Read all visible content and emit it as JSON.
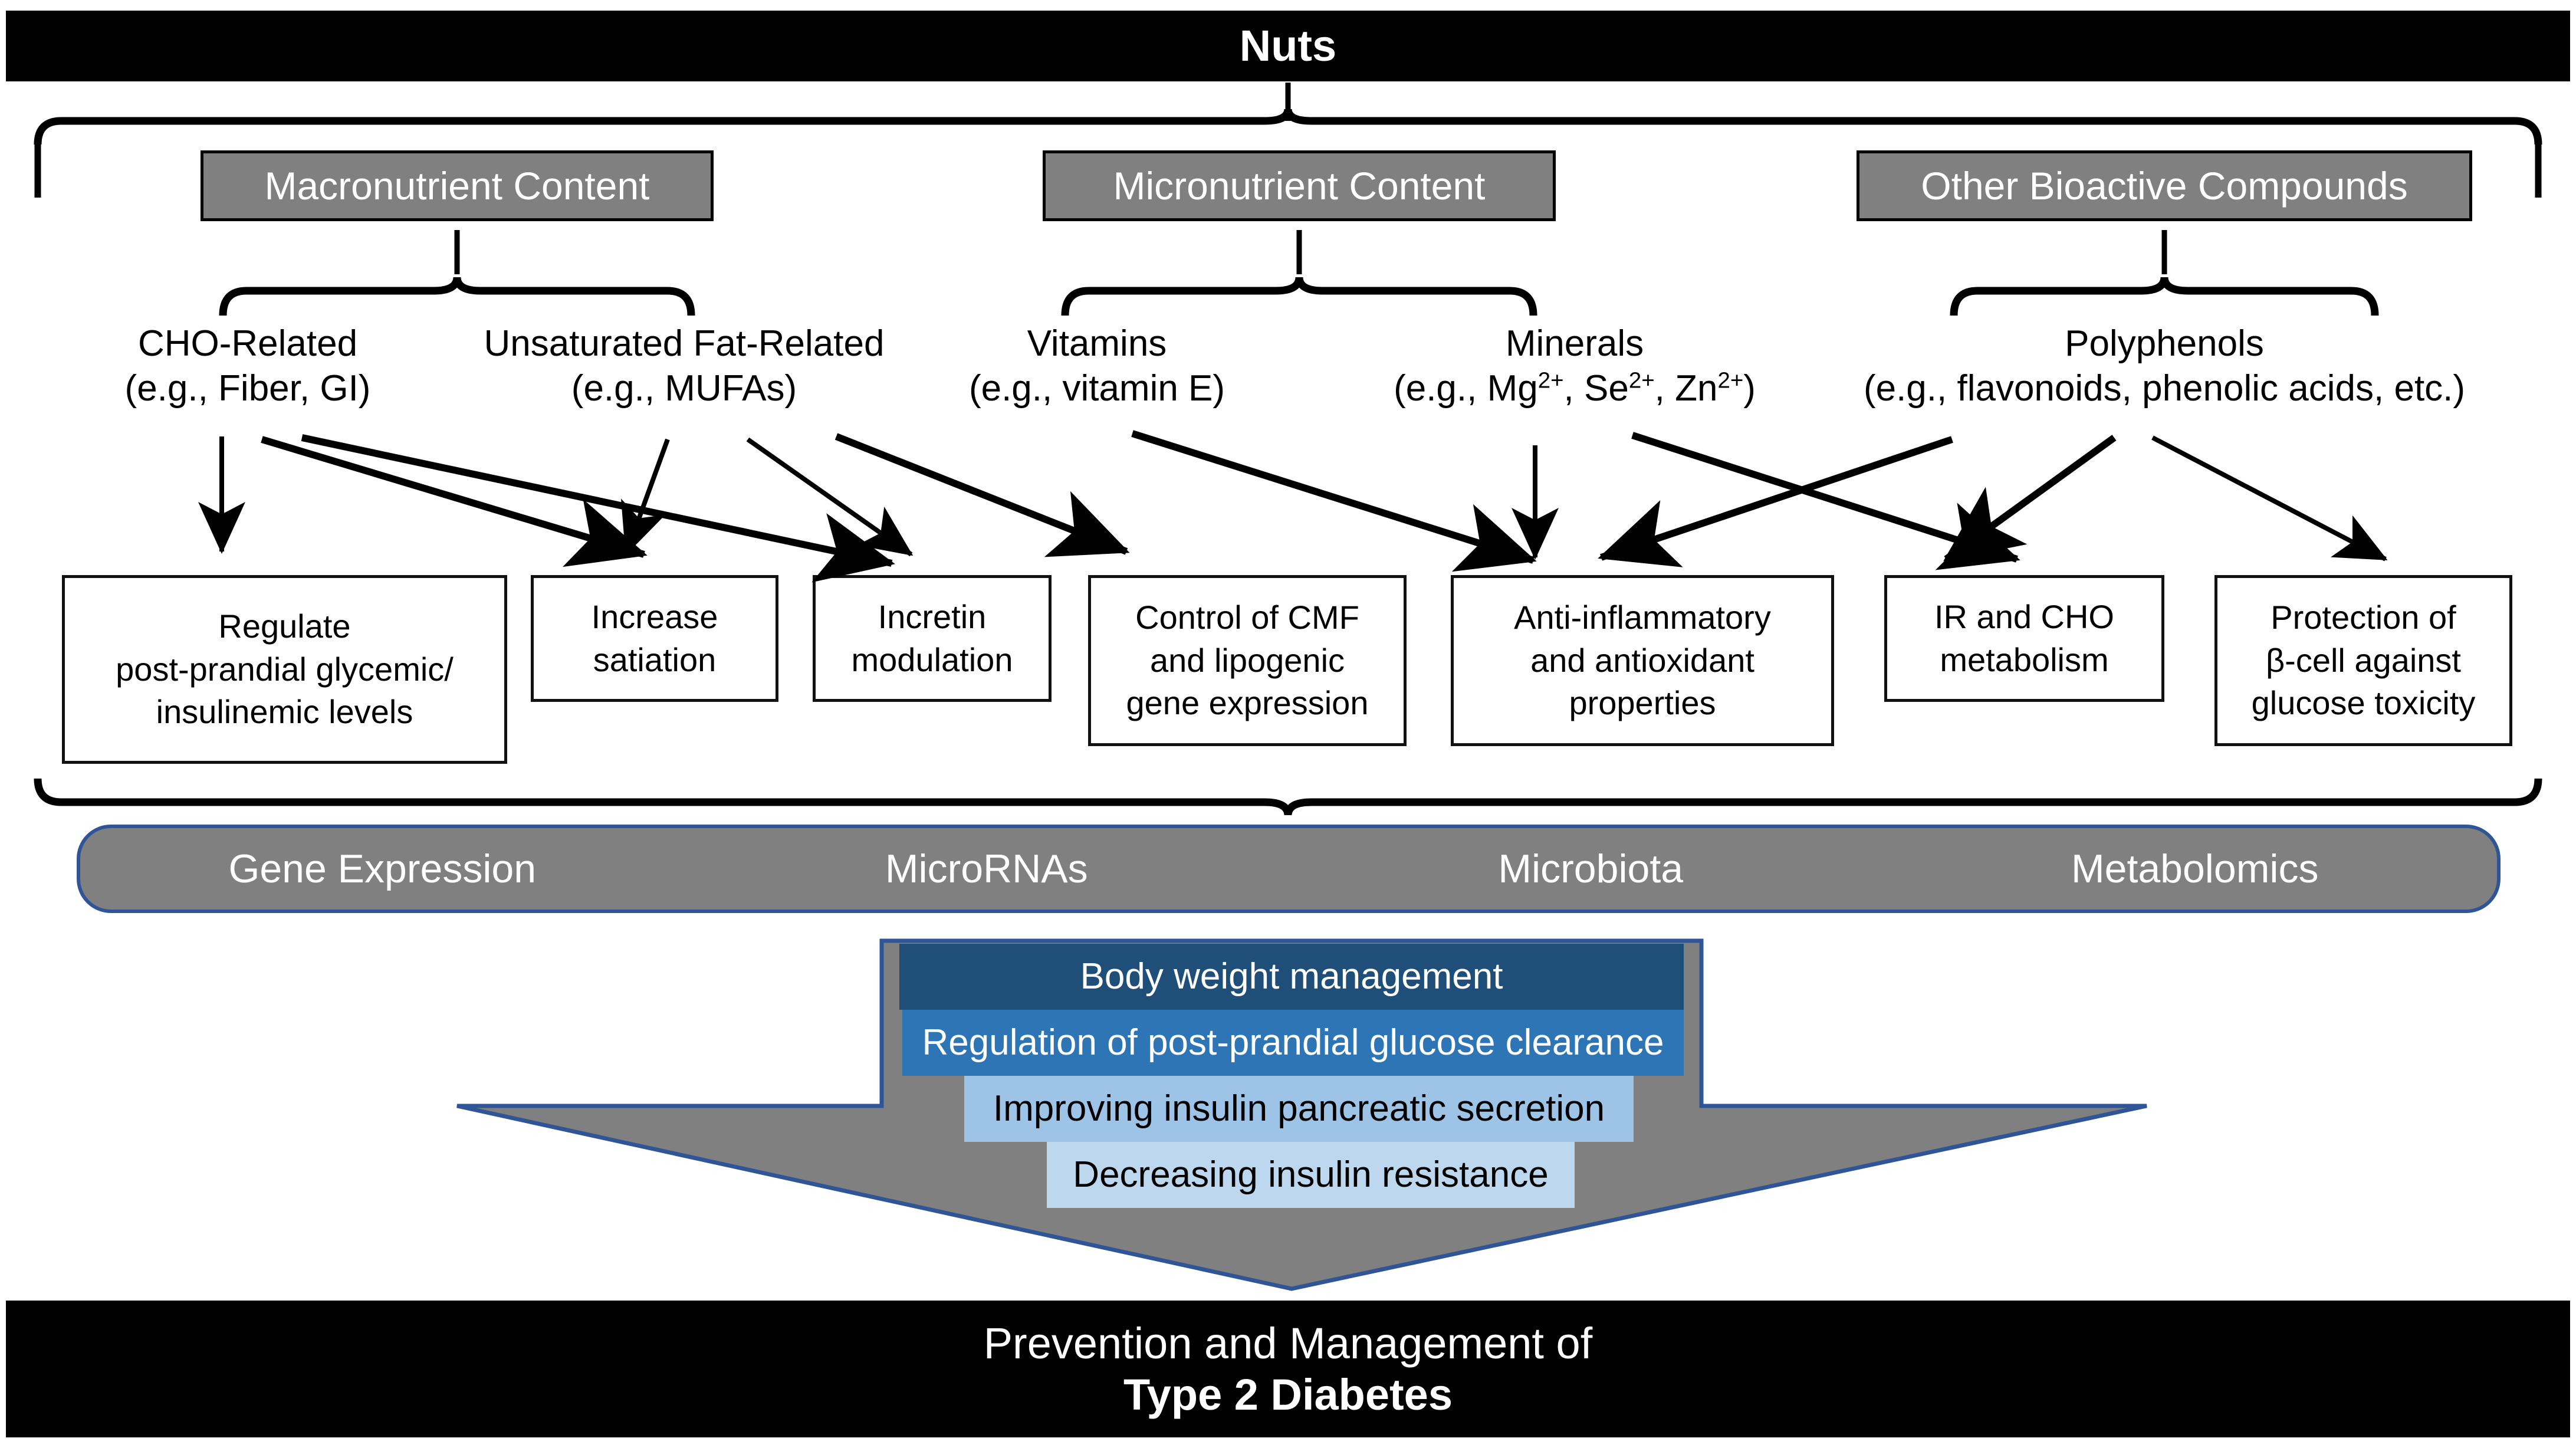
{
  "title_banner": {
    "label": "Nuts"
  },
  "categories": [
    {
      "id": "macronutrient",
      "label": "Macronutrient Content"
    },
    {
      "id": "micronutrient",
      "label": "Micronutrient Content"
    },
    {
      "id": "bioactive",
      "label": "Other Bioactive Compounds"
    }
  ],
  "subcategories": [
    {
      "id": "cho",
      "line1": "CHO-Related",
      "line2": "(e.g., Fiber, GI)"
    },
    {
      "id": "unsat-fat",
      "line1": "Unsaturated Fat-Related",
      "line2": "(e.g., MUFAs)"
    },
    {
      "id": "vitamins",
      "line1": "Vitamins",
      "line2": "(e.g., vitamin E)"
    },
    {
      "id": "minerals",
      "line1": "Minerals",
      "line2": "(e.g., Mg2+, Se2+, Zn2+)",
      "line2_html": "(e.g., Mg<sup>2+</sup>, Se<sup>2+</sup>, Zn<sup>2+</sup>)"
    },
    {
      "id": "polyphenols",
      "line1": "Polyphenols",
      "line2": "(e.g., flavonoids, phenolic acids, etc.)"
    }
  ],
  "mechanism_boxes": [
    {
      "id": "glycemic",
      "text": "Regulate\npost-prandial glycemic/\ninsulinemic levels"
    },
    {
      "id": "satiation",
      "text": "Increase\nsatiation"
    },
    {
      "id": "incretin",
      "text": "Incretin\nmodulation"
    },
    {
      "id": "cmf-lipogenic",
      "text": "Control of CMF\nand lipogenic\ngene expression"
    },
    {
      "id": "anti-inflam",
      "text": "Anti-inflammatory\nand antioxidant\nproperties"
    },
    {
      "id": "ir-cho",
      "text": "IR and CHO\nmetabolism"
    },
    {
      "id": "beta-cell",
      "text": "Protection of\nβ-cell against\nglucose toxicity"
    }
  ],
  "omics": [
    {
      "id": "gene-expression",
      "label": "Gene Expression"
    },
    {
      "id": "micrornas",
      "label": "MicroRNAs"
    },
    {
      "id": "microbiota",
      "label": "Microbiota"
    },
    {
      "id": "metabolomics",
      "label": "Metabolomics"
    }
  ],
  "funnel": [
    {
      "id": "body-weight",
      "label": "Body weight management",
      "bg": "#1F4E79",
      "fg": "#FFFFFF"
    },
    {
      "id": "glucose-clearance",
      "label": "Regulation of post-prandial glucose clearance",
      "bg": "#2E75B6",
      "fg": "#FFFFFF"
    },
    {
      "id": "insulin-secretion",
      "label": "Improving insulin pancreatic secretion",
      "bg": "#9DC3E6",
      "fg": "#000000"
    },
    {
      "id": "insulin-resistance",
      "label": "Decreasing insulin resistance",
      "bg": "#BDD7EE",
      "fg": "#000000"
    }
  ],
  "outcome_banner": {
    "line1": "Prevention and Management of",
    "line2": "Type 2 Diabetes"
  },
  "colors": {
    "banner_bg": "#000000",
    "chip_bg": "#808080",
    "omics_bg": "#808080",
    "omics_border": "#2F5597",
    "arrow_fill": "#808080",
    "arrow_border": "#2F5597",
    "line": "#000000"
  }
}
